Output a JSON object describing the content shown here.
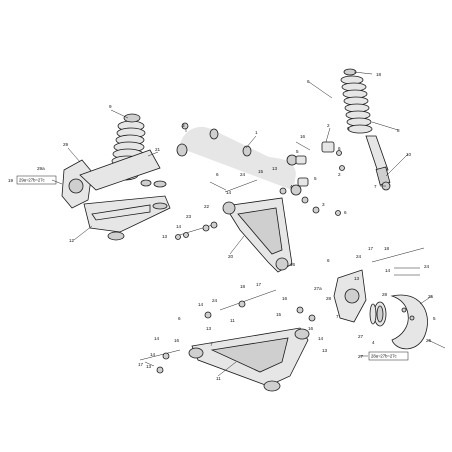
{
  "labels": {
    "n1": "1",
    "n2": "2",
    "n3": "3",
    "n4": "4",
    "n5": "5",
    "n6": "6",
    "n7": "7",
    "n8": "8",
    "n9": "9",
    "n10": "10",
    "n11": "11",
    "n12": "12",
    "n13": "13",
    "n14": "14",
    "n15": "15",
    "n16": "16",
    "n17": "17",
    "n18": "18",
    "n19": "19",
    "n20": "20",
    "n21": "21",
    "n22": "22",
    "n23": "23",
    "n24": "24",
    "n25": "25",
    "n26": "26",
    "n27": "27",
    "n28": "28",
    "n29": "29",
    "n27a": "27a",
    "n28a": "28a",
    "n29a": "29a"
  },
  "ref_boxes": {
    "left": "29a~27b~27c",
    "right": "28a~27b~27c"
  }
}
